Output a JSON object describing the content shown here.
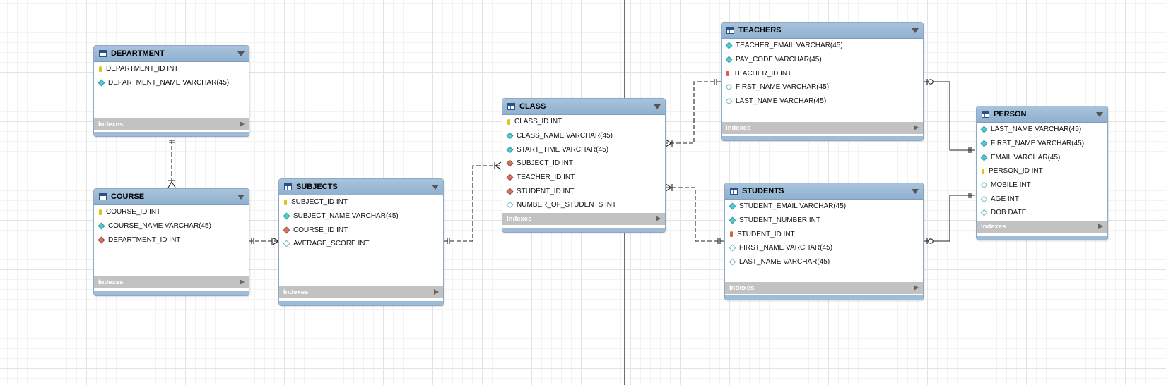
{
  "entities": {
    "department": {
      "title": "DEPARTMENT",
      "columns": [
        {
          "name": "DEPARTMENT_ID INT",
          "icon": "primary-key-icon"
        },
        {
          "name": "DEPARTMENT_NAME VARCHAR(45)",
          "icon": "not-null-column-icon"
        }
      ],
      "indexes_label": "Indexes"
    },
    "course": {
      "title": "COURSE",
      "columns": [
        {
          "name": "COURSE_ID INT",
          "icon": "primary-key-icon"
        },
        {
          "name": "COURSE_NAME VARCHAR(45)",
          "icon": "not-null-column-icon"
        },
        {
          "name": "DEPARTMENT_ID INT",
          "icon": "foreign-key-column-icon"
        }
      ],
      "indexes_label": "Indexes"
    },
    "subjects": {
      "title": "SUBJECTS",
      "columns": [
        {
          "name": "SUBJECT_ID INT",
          "icon": "primary-key-icon"
        },
        {
          "name": "SUBJECT_NAME VARCHAR(45)",
          "icon": "not-null-column-icon"
        },
        {
          "name": "COURSE_ID INT",
          "icon": "foreign-key-column-icon"
        },
        {
          "name": "AVERAGE_SCORE INT",
          "icon": "nullable-column-icon"
        }
      ],
      "indexes_label": "Indexes"
    },
    "class": {
      "title": "CLASS",
      "columns": [
        {
          "name": "CLASS_ID INT",
          "icon": "primary-key-icon"
        },
        {
          "name": "CLASS_NAME VARCHAR(45)",
          "icon": "not-null-column-icon"
        },
        {
          "name": "START_TIME VARCHAR(45)",
          "icon": "not-null-column-icon"
        },
        {
          "name": "SUBJECT_ID INT",
          "icon": "foreign-key-column-icon"
        },
        {
          "name": "TEACHER_ID INT",
          "icon": "foreign-key-column-icon"
        },
        {
          "name": "STUDENT_ID INT",
          "icon": "foreign-key-column-icon"
        },
        {
          "name": "NUMBER_OF_STUDENTS INT",
          "icon": "nullable-column-icon"
        }
      ],
      "indexes_label": "Indexes"
    },
    "teachers": {
      "title": "TEACHERS",
      "columns": [
        {
          "name": "TEACHER_EMAIL VARCHAR(45)",
          "icon": "not-null-column-icon"
        },
        {
          "name": "PAY_CODE VARCHAR(45)",
          "icon": "not-null-column-icon"
        },
        {
          "name": "TEACHER_ID INT",
          "icon": "foreign-primary-key-icon"
        },
        {
          "name": "FIRST_NAME VARCHAR(45)",
          "icon": "nullable-column-icon"
        },
        {
          "name": "LAST_NAME VARCHAR(45)",
          "icon": "nullable-column-icon"
        }
      ],
      "indexes_label": "Indexes"
    },
    "students": {
      "title": "STUDENTS",
      "columns": [
        {
          "name": "STUDENT_EMAIL VARCHAR(45)",
          "icon": "not-null-column-icon"
        },
        {
          "name": "STUDENT_NUMBER INT",
          "icon": "not-null-column-icon"
        },
        {
          "name": "STUDENT_ID INT",
          "icon": "foreign-primary-key-icon"
        },
        {
          "name": "FIRST_NAME VARCHAR(45)",
          "icon": "nullable-column-icon"
        },
        {
          "name": "LAST_NAME VARCHAR(45)",
          "icon": "nullable-column-icon"
        }
      ],
      "indexes_label": "Indexes"
    },
    "person": {
      "title": "PERSON",
      "columns": [
        {
          "name": "LAST_NAME VARCHAR(45)",
          "icon": "not-null-column-icon"
        },
        {
          "name": "FIRST_NAME VARCHAR(45)",
          "icon": "not-null-column-icon"
        },
        {
          "name": "EMAIL VARCHAR(45)",
          "icon": "not-null-column-icon"
        },
        {
          "name": "PERSON_ID INT",
          "icon": "primary-key-icon"
        },
        {
          "name": "MOBILE INT",
          "icon": "nullable-column-icon"
        },
        {
          "name": "AGE INT",
          "icon": "nullable-column-icon"
        },
        {
          "name": "DOB DATE",
          "icon": "nullable-column-icon"
        }
      ],
      "indexes_label": "Indexes"
    }
  },
  "relationships": [
    {
      "from": "DEPARTMENT",
      "to": "COURSE",
      "style": "dashed",
      "from_end": "one-and-only-one",
      "to_end": "one-or-many"
    },
    {
      "from": "COURSE",
      "to": "SUBJECTS",
      "style": "dashed",
      "from_end": "one-and-only-one",
      "to_end": "one-or-many"
    },
    {
      "from": "SUBJECTS",
      "to": "CLASS",
      "style": "dashed",
      "from_end": "one-and-only-one",
      "to_end": "one-or-many"
    },
    {
      "from": "TEACHERS",
      "to": "CLASS",
      "style": "dashed",
      "from_end": "one-and-only-one",
      "to_end": "one-or-many"
    },
    {
      "from": "STUDENTS",
      "to": "CLASS",
      "style": "dashed",
      "from_end": "one-and-only-one",
      "to_end": "one-or-many"
    },
    {
      "from": "PERSON",
      "to": "TEACHERS",
      "style": "solid",
      "from_end": "one-and-only-one",
      "to_end": "zero-or-one"
    },
    {
      "from": "PERSON",
      "to": "STUDENTS",
      "style": "solid",
      "from_end": "one-and-only-one",
      "to_end": "zero-or-one"
    }
  ],
  "colors": {
    "header": "#9dbbd8",
    "indexes_bar": "#c2c2c2",
    "primary_key": "#e5c11a",
    "foreign_key": "#d47464",
    "not_null": "#55c8d2",
    "divider": "#6e6e6e"
  }
}
